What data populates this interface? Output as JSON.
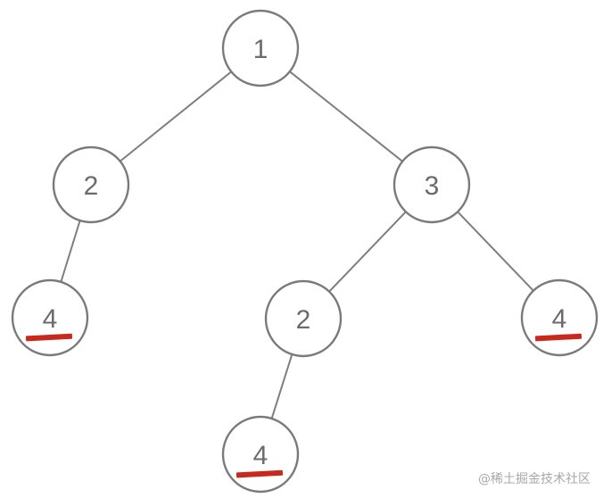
{
  "tree": {
    "nodes": [
      {
        "id": "n1",
        "label": "1",
        "highlighted": false
      },
      {
        "id": "n2",
        "label": "2",
        "highlighted": false
      },
      {
        "id": "n3",
        "label": "3",
        "highlighted": false
      },
      {
        "id": "n4a",
        "label": "4",
        "highlighted": true
      },
      {
        "id": "n2b",
        "label": "2",
        "highlighted": false
      },
      {
        "id": "n4b",
        "label": "4",
        "highlighted": true
      },
      {
        "id": "n4c",
        "label": "4",
        "highlighted": true
      }
    ],
    "edges": [
      {
        "from": "n1",
        "to": "n2"
      },
      {
        "from": "n1",
        "to": "n3"
      },
      {
        "from": "n2",
        "to": "n4a"
      },
      {
        "from": "n3",
        "to": "n2b"
      },
      {
        "from": "n3",
        "to": "n4b"
      },
      {
        "from": "n2b",
        "to": "n4c"
      }
    ]
  },
  "colors": {
    "node_stroke": "#7a7a7a",
    "edge": "#7e7e7e",
    "label": "#6b6b6b",
    "highlight": "#c9281d"
  },
  "watermark": "@稀土掘金技术社区"
}
